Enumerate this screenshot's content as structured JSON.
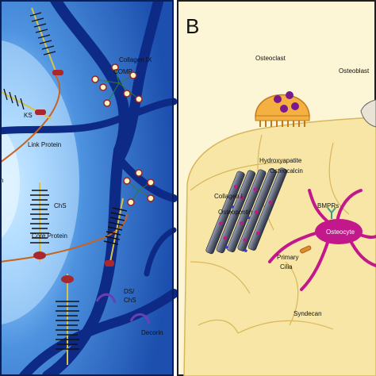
{
  "panel_a": {
    "labels": {
      "collagen_ix": "Collagen IX",
      "comp": "COMP",
      "ks": "KS",
      "link_protein": "Link Protein",
      "chs": "ChS",
      "core_protein": "Core Protein",
      "ds_top": "DS/",
      "ds_bottom": "ChS",
      "decorin": "Decorin",
      "partial_left": "n"
    }
  },
  "panel_b": {
    "letter": "B",
    "labels": {
      "osteoclast": "Osteoclast",
      "osteoblast": "Osteoblast",
      "hydroxyapatite": "Hydroxyapatite",
      "osteocalcin": "Osteocalcin",
      "collagen_i": "Collagen I",
      "osteopontin": "Osteopontin",
      "bmprs": "BMPRs",
      "osteocyte": "Osteocyte",
      "primary": "Primary",
      "cilia": "Cilia",
      "syndecan": "Syndecan"
    }
  },
  "colors": {
    "panel_a_bg": "#1f5fbf",
    "panel_a_dark": "#0d2a80",
    "panel_a_light": "#9fd0ff",
    "panel_b_bg": "#fdf6d6",
    "bone_matrix": "#f7e6a6",
    "osteocyte": "#c2188c",
    "osteoclast": "#f5b042"
  }
}
